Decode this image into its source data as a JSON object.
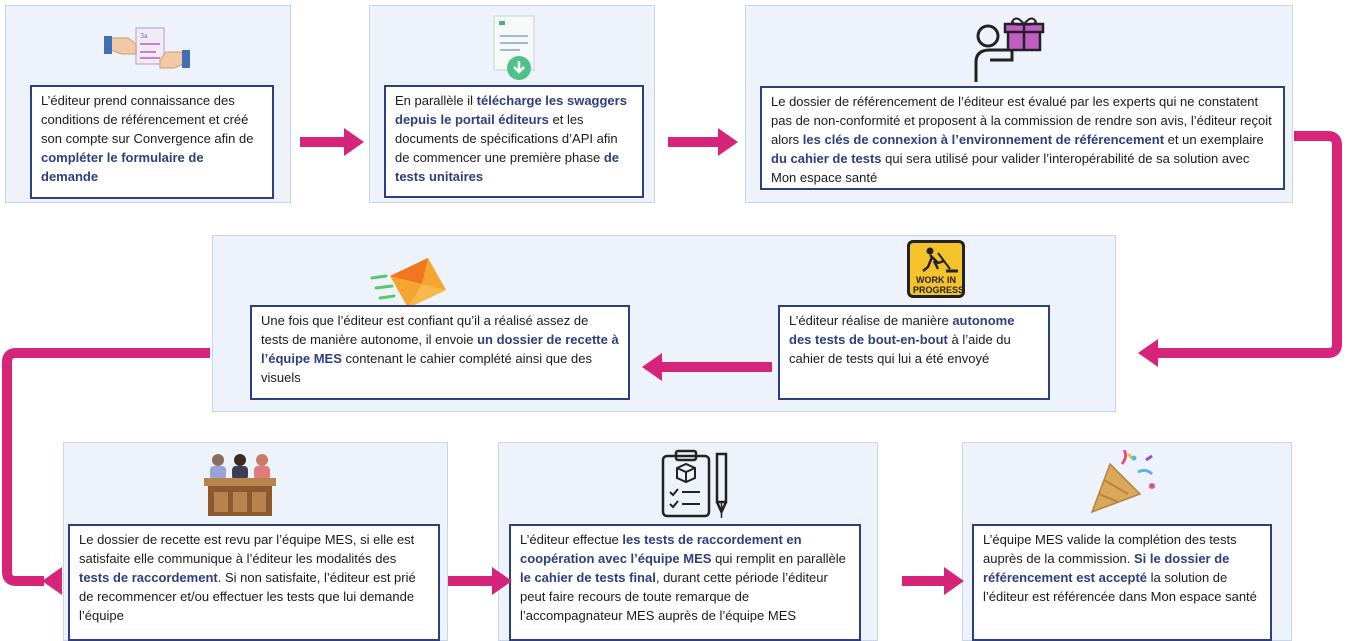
{
  "colors": {
    "accent": "#d6247a",
    "box_border": "#2d3f7c",
    "panel_bg": "#eef3fb",
    "bold_text": "#2d3f7c"
  },
  "steps": [
    {
      "icon": "handshake-contract-icon",
      "parts": [
        {
          "t": "L’éditeur prend connaissance des conditions de référencement et créé son compte sur Convergence afin de "
        },
        {
          "t": "compléter le formulaire de demande",
          "b": true
        }
      ]
    },
    {
      "icon": "document-download-icon",
      "parts": [
        {
          "t": "En parallèle il "
        },
        {
          "t": "télécharge les swaggers depuis le portail éditeurs",
          "b": true
        },
        {
          "t": " et les documents de spécifications d’API afin de commencer une première phase "
        },
        {
          "t": "de tests unitaires",
          "b": true
        }
      ]
    },
    {
      "icon": "person-gift-icon",
      "parts": [
        {
          "t": "Le dossier de référencement de l’éditeur est évalué par les experts qui ne constatent pas de non-conformité et proposent à la commission de rendre son avis, l’éditeur reçoit alors "
        },
        {
          "t": "les clés de connexion à l’environnement de référencement",
          "b": true
        },
        {
          "t": " et un exemplaire "
        },
        {
          "t": "du cahier de tests",
          "b": true
        },
        {
          "t": " qui sera utilisé pour valider l’interopérabilité de sa solution avec Mon espace santé"
        }
      ]
    },
    {
      "icon": "work-in-progress-sign-icon",
      "sign_text": "WORK IN PROGRESS",
      "parts": [
        {
          "t": "L’éditeur réalise de manière "
        },
        {
          "t": "autonome des tests de bout-en-bout",
          "b": true
        },
        {
          "t": " à l’aide du cahier de tests qui lui a été envoyé"
        }
      ]
    },
    {
      "icon": "flying-envelope-icon",
      "parts": [
        {
          "t": "Une fois que l’éditeur est confiant qu’il a réalisé assez de tests de manière autonome, il envoie "
        },
        {
          "t": "un dossier de recette à l’équipe MES",
          "b": true
        },
        {
          "t": " contenant le cahier complété ainsi que des visuels"
        }
      ]
    },
    {
      "icon": "jury-panel-icon",
      "parts": [
        {
          "t": "Le dossier de recette est revu par l’équipe MES, si elle est satisfaite elle communique à l’éditeur les modalités des "
        },
        {
          "t": "tests de raccordement",
          "b": true
        },
        {
          "t": ". Si non satisfaite, l’éditeur est prié de recommencer et/ou effectuer les tests que lui demande l’équipe"
        }
      ]
    },
    {
      "icon": "clipboard-checklist-icon",
      "parts": [
        {
          "t": "L’éditeur effectue "
        },
        {
          "t": "les tests de raccordement en coopération avec l’équipe MES",
          "b": true
        },
        {
          "t": " qui remplit en parallèle "
        },
        {
          "t": "le cahier de tests final",
          "b": true
        },
        {
          "t": ", durant cette période l’éditeur peut faire recours de toute remarque de l’accompagnateur MES auprès de l’équipe MES"
        }
      ]
    },
    {
      "icon": "party-popper-icon",
      "parts": [
        {
          "t": "L’équipe MES valide la complétion des tests auprès de la commission. "
        },
        {
          "t": "Si le dossier de référencement est accepté",
          "b": true
        },
        {
          "t": " la solution de l’éditeur est référencée dans Mon espace santé"
        }
      ]
    }
  ]
}
